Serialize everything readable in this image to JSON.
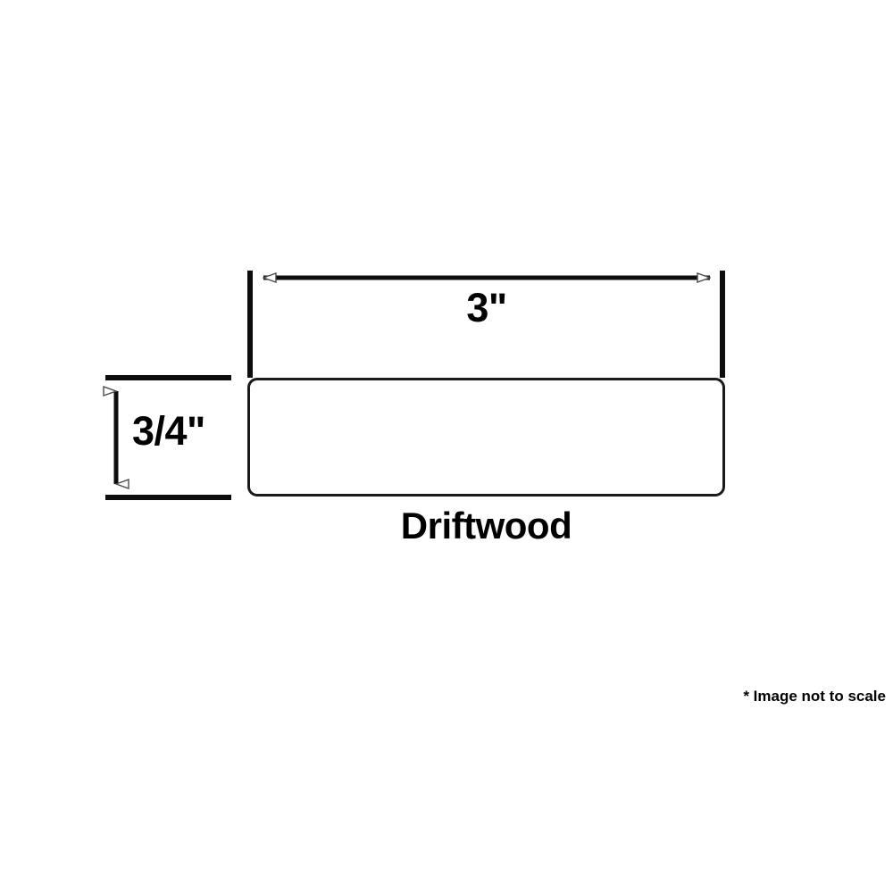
{
  "diagram": {
    "type": "dimensioned-product-profile",
    "product_name": "Driftwood",
    "footnote": "* Image not to scale",
    "background_color": "#ffffff",
    "line_color": "#0d0d0d",
    "outline_color": "#1a1a1a",
    "width_dimension": {
      "label": "3\"",
      "value": 3,
      "unit": "inch",
      "orientation": "horizontal",
      "arrow_style": "open-triangle-both-ends"
    },
    "height_dimension": {
      "label": "3/4\"",
      "value": 0.75,
      "unit": "inch",
      "orientation": "vertical",
      "arrow_style": "open-triangle-both-ends"
    },
    "shape": {
      "name": "rounded-rectangle",
      "fill": "#ffffff",
      "corner_radius": "11px"
    }
  }
}
